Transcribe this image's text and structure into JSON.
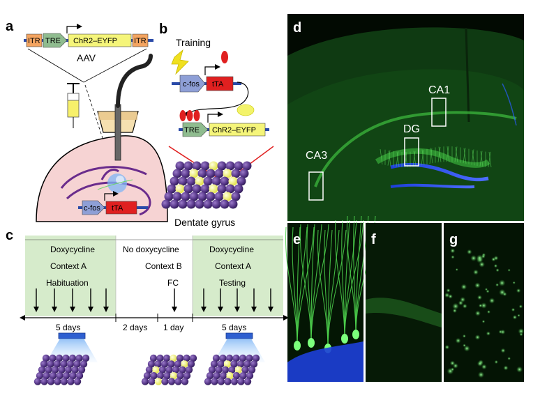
{
  "panels": {
    "a": {
      "label": "a",
      "construct": {
        "itr_left": "ITR",
        "tre": "TRE",
        "gene": "ChR2–EYFP",
        "itr_right": "ITR"
      },
      "vector": "AAV",
      "transgene": {
        "promoter": "c-fos",
        "gene": "tTA"
      }
    },
    "b": {
      "label": "b",
      "stimulus": "Training",
      "driver": {
        "promoter": "c-fos",
        "gene": "tTA"
      },
      "reporter": {
        "promoter": "TRE",
        "gene": "ChR2–EYFP"
      },
      "region": "Dentate gyrus"
    },
    "c": {
      "label": "c",
      "phases": [
        {
          "drug": "Doxycycline",
          "context": "Context A",
          "procedure": "Habituation",
          "duration": "5 days"
        },
        {
          "drug": "No doxycycline",
          "duration": "2 days"
        },
        {
          "context": "Context B",
          "procedure": "FC",
          "duration": "1 day"
        },
        {
          "drug": "Doxycycline",
          "context": "Context A",
          "procedure": "Testing",
          "duration": "5 days"
        }
      ]
    },
    "d": {
      "label": "d",
      "regions": [
        "CA1",
        "DG",
        "CA3"
      ]
    },
    "e": {
      "label": "e"
    },
    "f": {
      "label": "f"
    },
    "g": {
      "label": "g"
    }
  },
  "colors": {
    "green_phase": "#d6ebcb",
    "itr": "#f4a460",
    "tre": "#8fbc8f",
    "gene_yellow": "#f5f57a",
    "tta_red": "#e02020",
    "promoter_blue": "#8e9fd6",
    "micro_green": "#3fbf3f",
    "nucleus_blue": "#1d3fd9",
    "cell_purple": "#5a3a8c",
    "cell_yellow": "#f3f36a"
  }
}
